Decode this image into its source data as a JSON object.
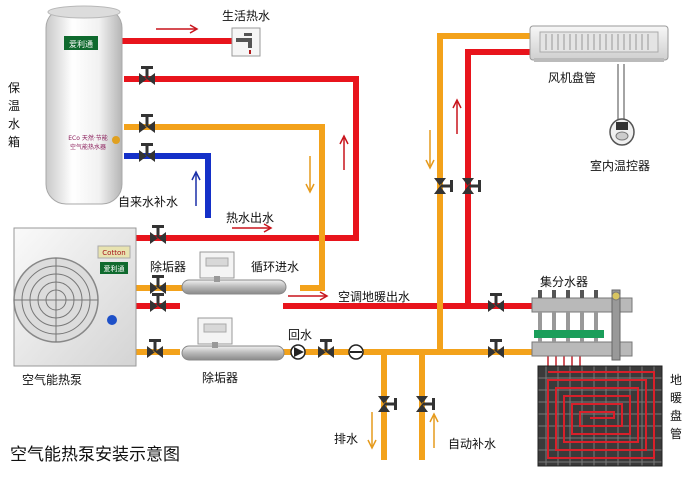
{
  "title": "空气能热泵安装示意图",
  "labels": {
    "domestic_hot_water": "生活热水",
    "insulated_tank": [
      "保",
      "温",
      "水",
      "箱"
    ],
    "tap_water_makeup": "自来水补水",
    "hot_water_out": "热水出水",
    "descaler_top": "除垢器",
    "circulation_in": "循环进水",
    "ac_floor_heating_out": "空调地暖出水",
    "return_water": "回水",
    "air_source_heat_pump": "空气能热泵",
    "descaler_bottom": "除垢器",
    "drain": "排水",
    "auto_makeup": "自动补水",
    "fan_coil": "风机盘管",
    "room_thermostat": "室内温控器",
    "manifold": "集分水器",
    "floor_heating_coil": [
      "地",
      "暖",
      "盘",
      "管"
    ]
  },
  "devices": {
    "tank_badge": "爱利通",
    "tank_brand_text": [
      "ECo 天然·节能",
      "空气能热水器"
    ],
    "pump_brand": "Cotton",
    "pump_badge": "爱利通"
  },
  "colors": {
    "hot_pipe": "#e8141c",
    "return_pipe": "#f3a21b",
    "cold_pipe": "#1430c8"
  }
}
